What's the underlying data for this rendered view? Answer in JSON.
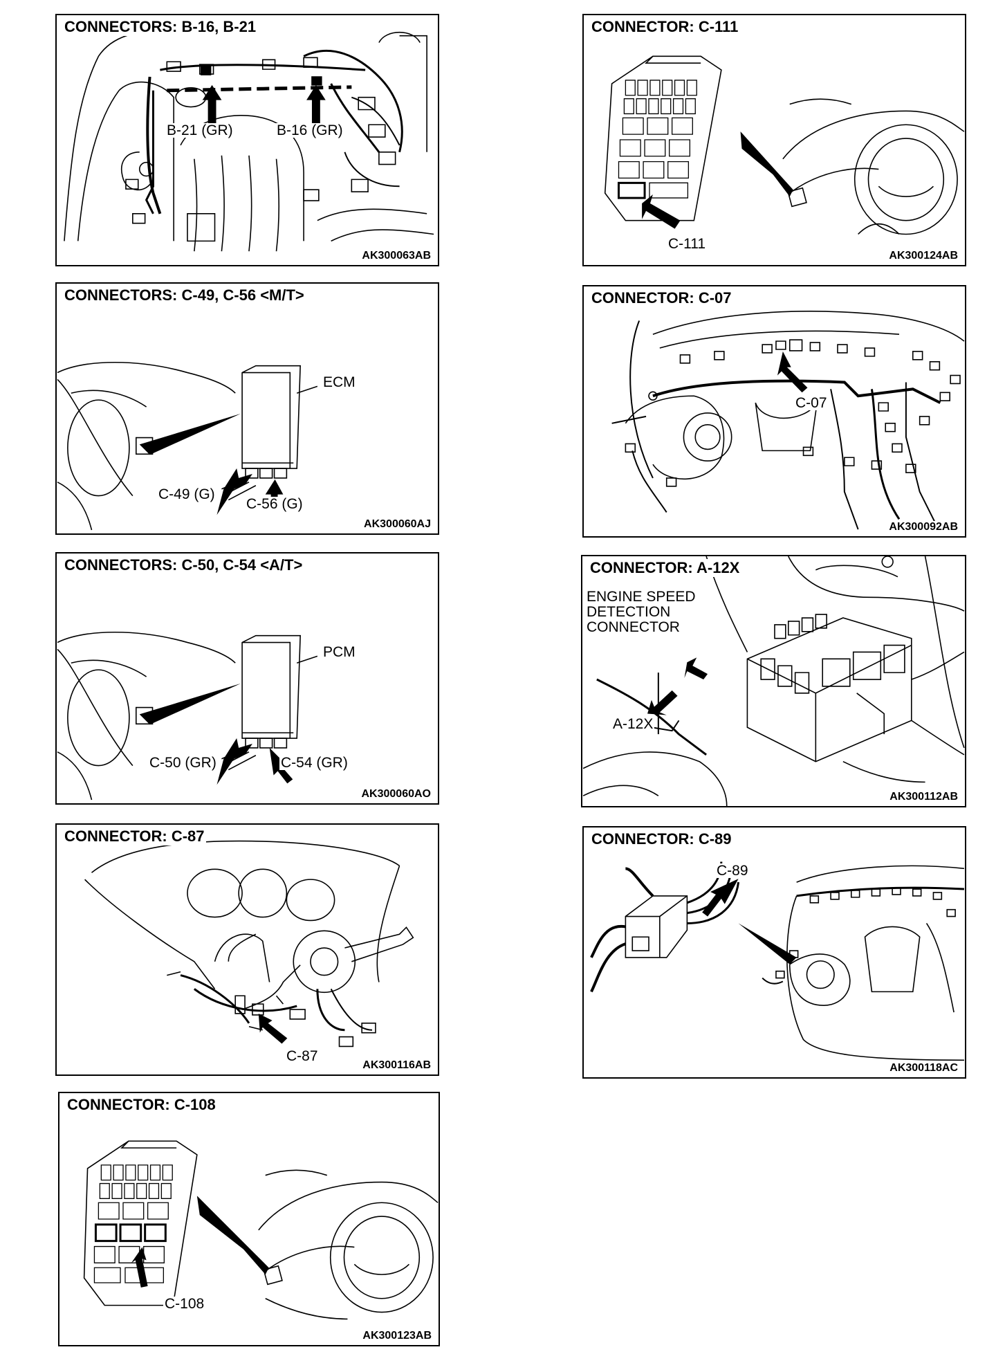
{
  "panels": [
    {
      "id": "b16-b21",
      "title": "CONNECTORS: B-16, B-21",
      "code": "AK300063AB",
      "labels": [
        "B-21 (GR)",
        "B-16 (GR)"
      ]
    },
    {
      "id": "c111",
      "title": "CONNECTOR: C-111",
      "code": "AK300124AB",
      "labels": [
        "C-111"
      ]
    },
    {
      "id": "c49-c56",
      "title": "CONNECTORS: C-49, C-56 <M/T>",
      "code": "AK300060AJ",
      "labels": [
        "ECM",
        "C-49 (G)",
        "C-56 (G)"
      ]
    },
    {
      "id": "c07",
      "title": "CONNECTOR: C-07",
      "code": "AK300092AB",
      "labels": [
        "C-07"
      ]
    },
    {
      "id": "c50-c54",
      "title": "CONNECTORS: C-50, C-54 <A/T>",
      "code": "AK300060AO",
      "labels": [
        "PCM",
        "C-50 (GR)",
        "C-54 (GR)"
      ]
    },
    {
      "id": "a12x",
      "title": "CONNECTOR: A-12X",
      "code": "AK300112AB",
      "labels": [
        "ENGINE SPEED DETECTION CONNECTOR",
        "A-12X"
      ]
    },
    {
      "id": "c87",
      "title": "CONNECTOR: C-87",
      "code": "AK300116AB",
      "labels": [
        "C-87"
      ]
    },
    {
      "id": "c89",
      "title": "CONNECTOR: C-89",
      "code": "AK300118AC",
      "labels": [
        "C-89"
      ]
    },
    {
      "id": "c108",
      "title": "CONNECTOR: C-108",
      "code": "AK300123AB",
      "labels": [
        "C-108"
      ]
    }
  ]
}
